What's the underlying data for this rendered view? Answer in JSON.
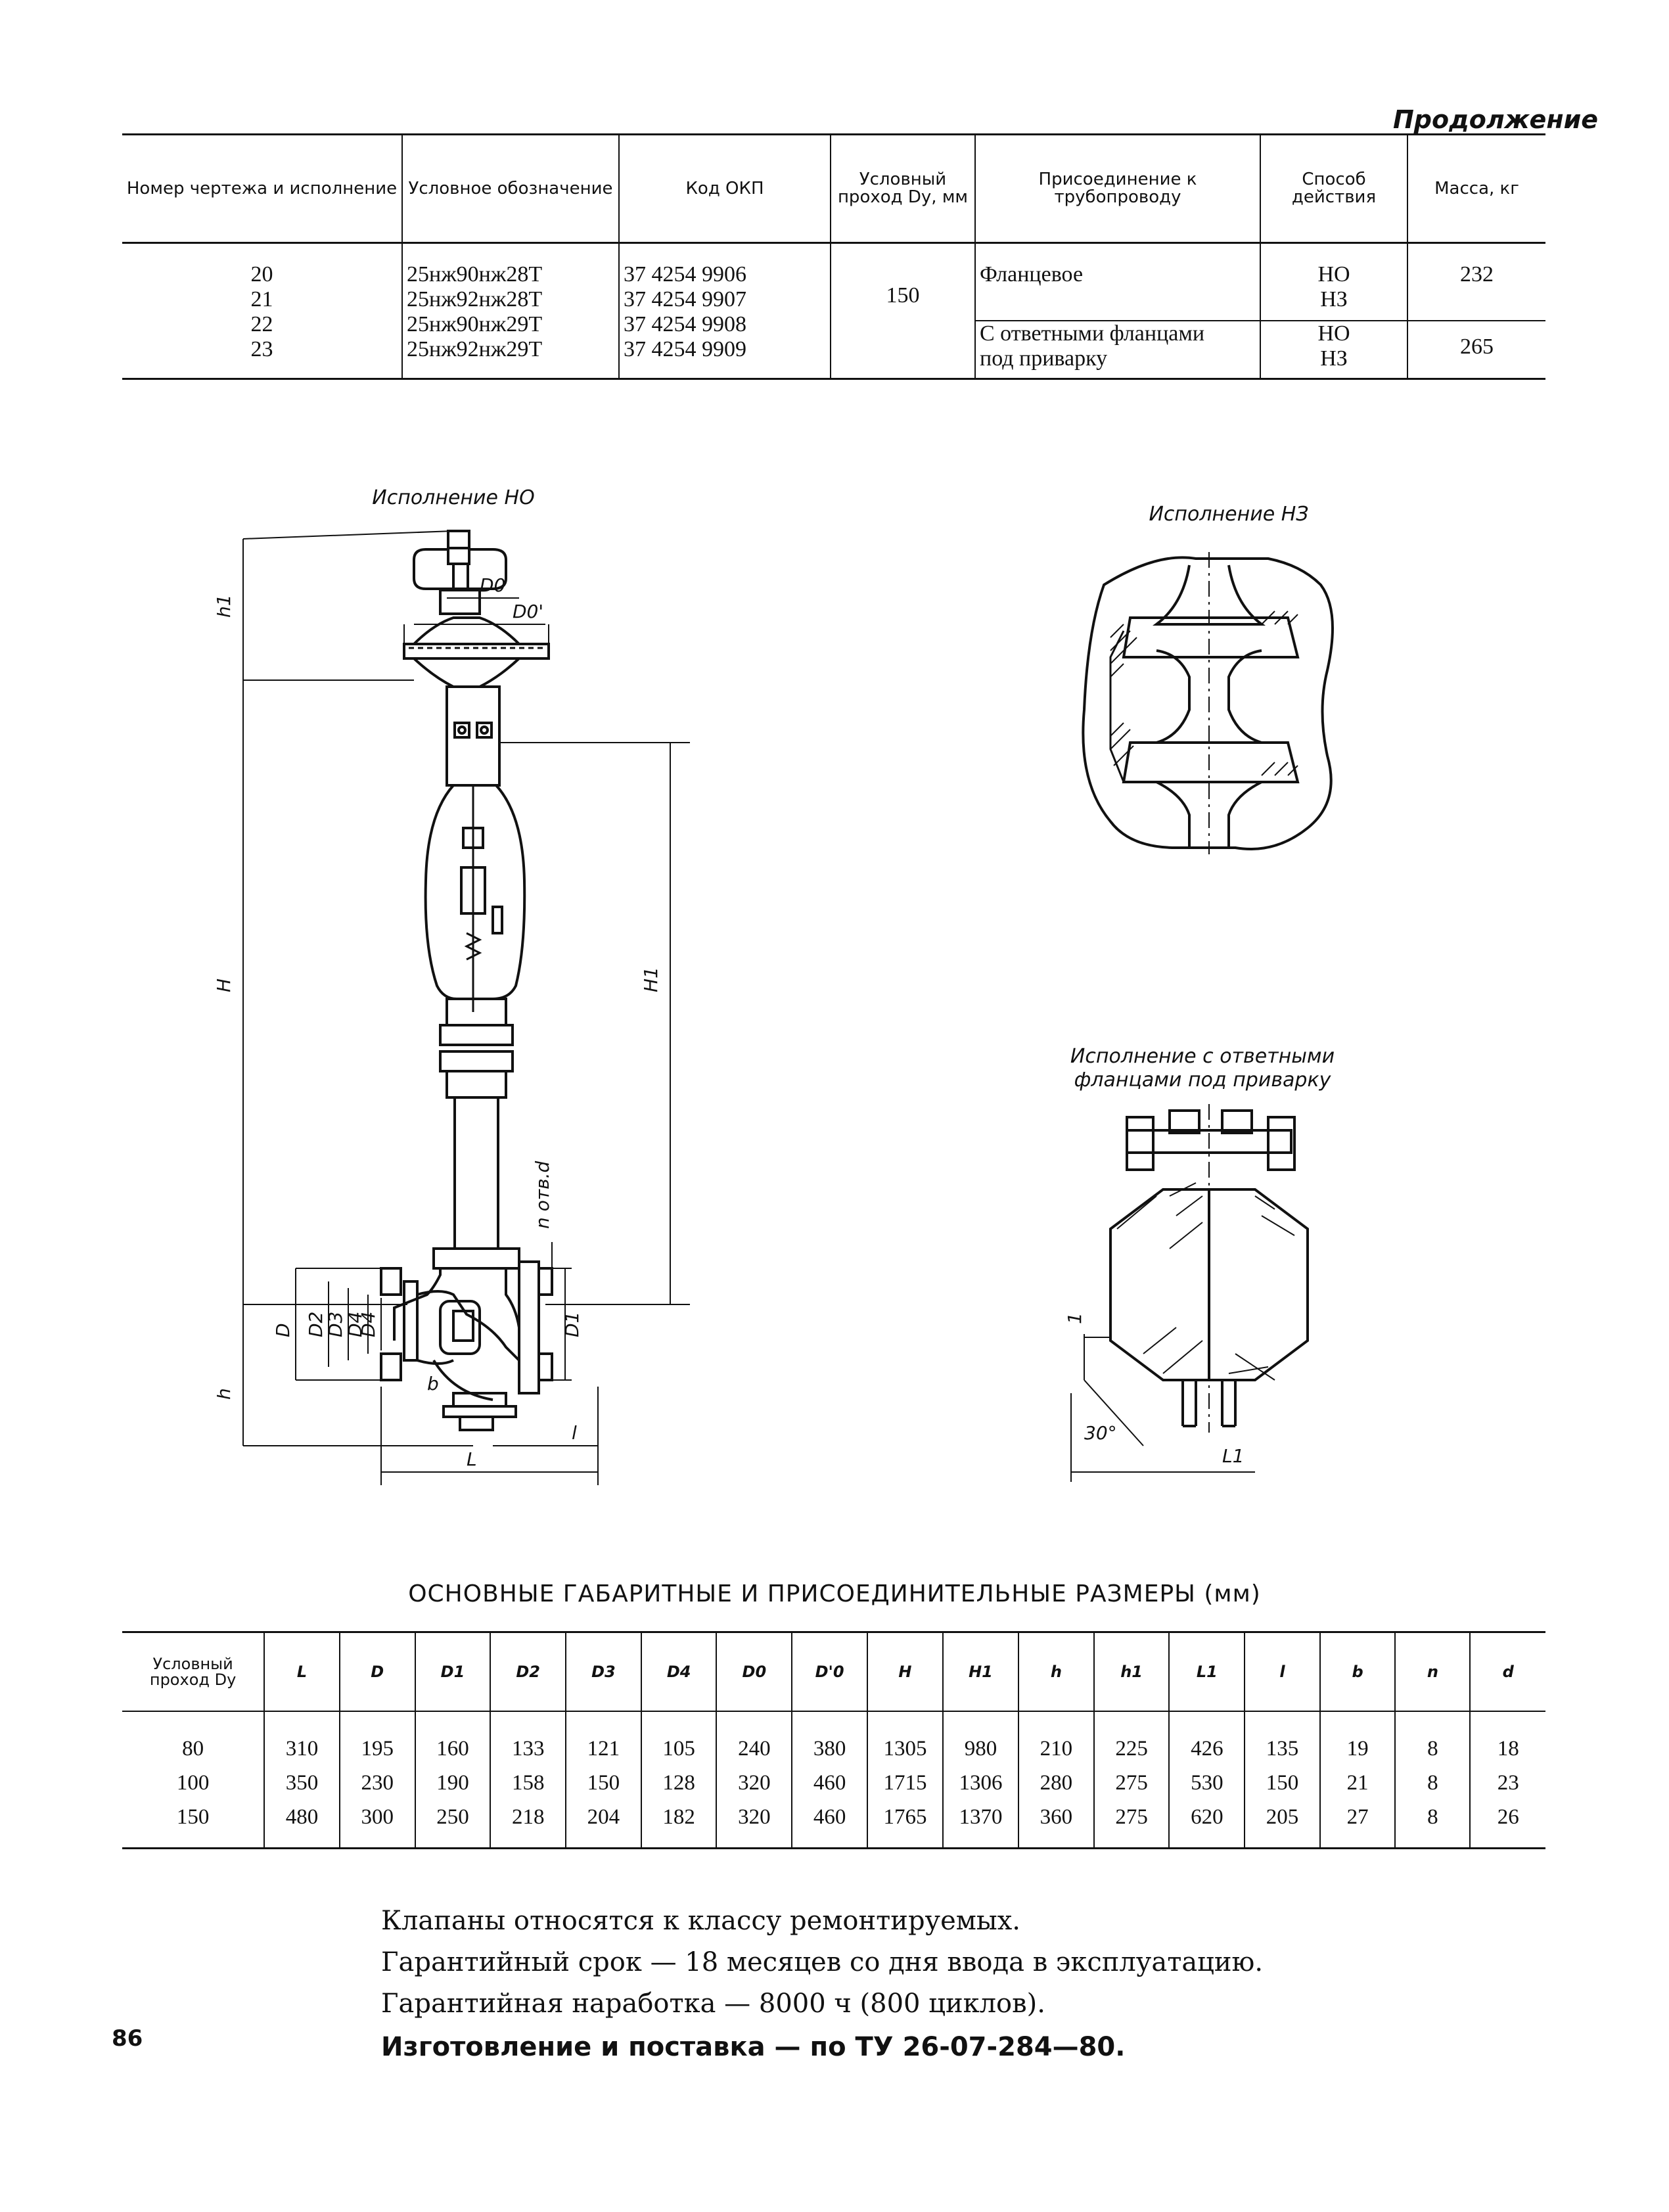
{
  "continuation": "Продолжение",
  "table1": {
    "headers": [
      "Номер чертежа и исполнение",
      "Условное обозначение",
      "Код ОКП",
      "Условный проход Dу, мм",
      "Присоединение к трубопроводу",
      "Способ действия",
      "Масса, кг"
    ],
    "numbers": "20\n21\n22\n23",
    "designations": "25нж90нж28Т\n25нж92нж28Т\n25нж90нж29Т\n25нж92нж29Т",
    "codes": "37 4254 9906\n37 4254 9907\n37 4254 9908\n37 4254 9909",
    "dn": "150",
    "connection_1": "Фланцевое",
    "connection_2": "С ответными фланцами\nпод приварку",
    "action_1": "НО\nНЗ",
    "action_2": "НО\nНЗ",
    "mass_1": "232",
    "mass_2": "265"
  },
  "drawings": {
    "caption_no": "Исполнение НО",
    "caption_nz": "Исполнение НЗ",
    "caption_weld": "Исполнение с ответными фланцами под приварку",
    "labels": {
      "D0": "D0",
      "D0p": "D0'",
      "h1": "h1",
      "H": "H",
      "H1": "H1",
      "h": "h",
      "D": "D",
      "D2": "D2",
      "D3": "D3",
      "D4": "D4",
      "D1": "D1",
      "b": "b",
      "L": "L",
      "l": "l",
      "nd": "n отв.d",
      "angle": "30°",
      "L1": "L1",
      "one": "1"
    }
  },
  "table2": {
    "title": "ОСНОВНЫЕ ГАБАРИТНЫЕ И ПРИСОЕДИНИТЕЛЬНЫЕ РАЗМЕРЫ (мм)",
    "first_header": "Условный проход Dу",
    "headers": [
      "L",
      "D",
      "D1",
      "D2",
      "D3",
      "D4",
      "D0",
      "D'0",
      "H",
      "H1",
      "h",
      "h1",
      "L1",
      "l",
      "b",
      "n",
      "d"
    ],
    "rows": [
      [
        "80",
        "310",
        "195",
        "160",
        "133",
        "121",
        "105",
        "240",
        "380",
        "1305",
        "980",
        "210",
        "225",
        "426",
        "135",
        "19",
        "8",
        "18"
      ],
      [
        "100",
        "350",
        "230",
        "190",
        "158",
        "150",
        "128",
        "320",
        "460",
        "1715",
        "1306",
        "280",
        "275",
        "530",
        "150",
        "21",
        "8",
        "23"
      ],
      [
        "150",
        "480",
        "300",
        "250",
        "218",
        "204",
        "182",
        "320",
        "460",
        "1765",
        "1370",
        "360",
        "275",
        "620",
        "205",
        "27",
        "8",
        "26"
      ]
    ]
  },
  "notes": [
    "Клапаны относятся к классу ремонтируемых.",
    "Гарантийный срок — 18 месяцев со дня ввода в эксплуатацию.",
    "Гарантийная наработка — 8000 ч (800 циклов).",
    "Изготовление и поставка — по ТУ 26-07-284—80."
  ],
  "page_number": "86"
}
